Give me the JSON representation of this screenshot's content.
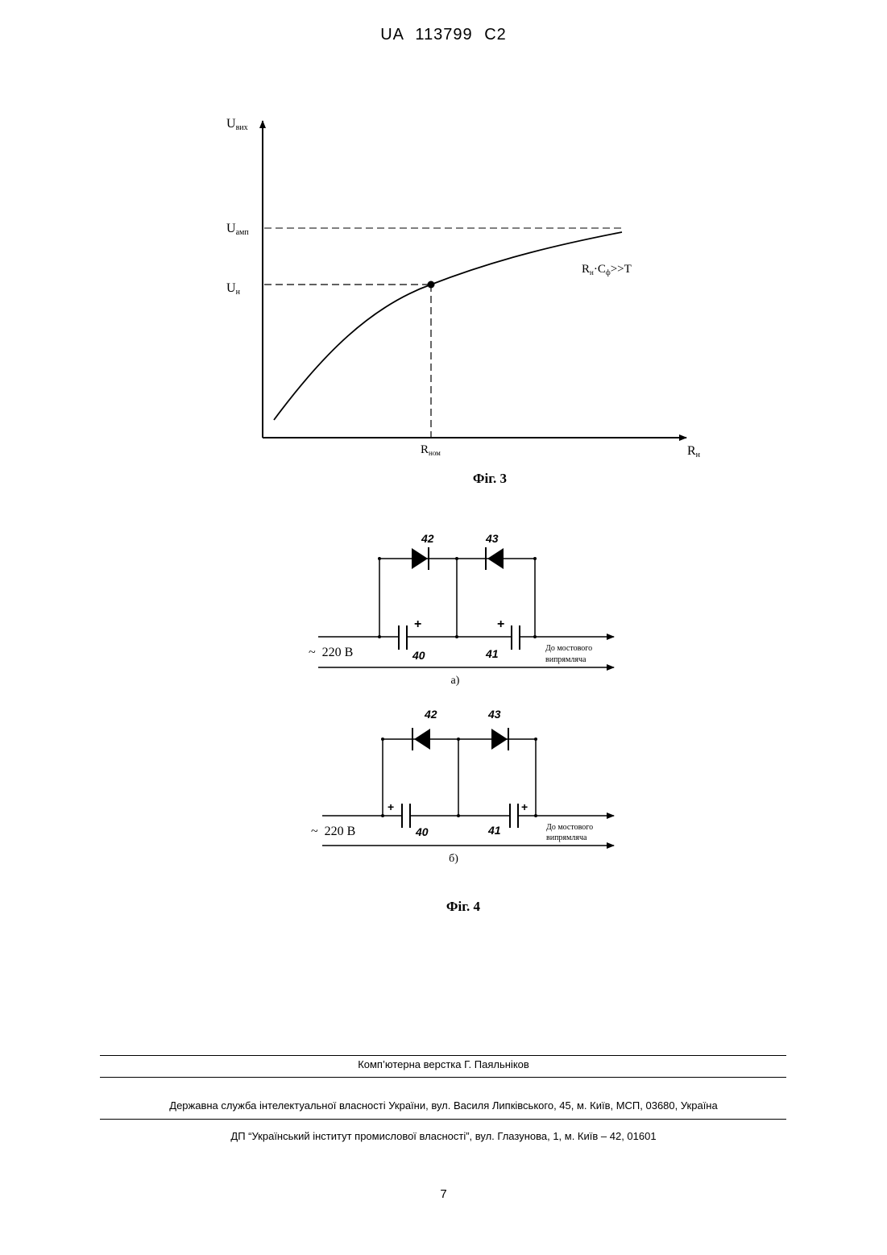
{
  "header": {
    "doc_id": "UA   113799   C2"
  },
  "fig3": {
    "y_axis_label": {
      "base": "U",
      "sub": "вих"
    },
    "x_axis_label": {
      "base": "R",
      "sub": "н"
    },
    "u_amp_label": {
      "base": "U",
      "sub": "амп"
    },
    "u_n_label": {
      "base": "U",
      "sub": "н"
    },
    "r_nom_label": {
      "base": "R",
      "sub": "ном"
    },
    "condition": {
      "r": "R",
      "r_sub": "н",
      "mid": "·C",
      "c_sub": "ф",
      "rest": ">>T"
    },
    "caption": "Фіг. 3"
  },
  "fig4": {
    "a": {
      "diode_left": "42",
      "diode_right": "43",
      "cap_left": "40",
      "cap_right": "41",
      "plus": "+",
      "source": "~  220 В",
      "dest_line1": "До мостового",
      "dest_line2": "випрямляча",
      "label": "а)"
    },
    "b": {
      "diode_left": "42",
      "diode_right": "43",
      "cap_left": "40",
      "cap_right": "41",
      "plus": "+",
      "source": "~  220 В",
      "dest_line1": "До мостового",
      "dest_line2": "випрямляча",
      "label": "б)"
    },
    "caption": "Фіг. 4"
  },
  "footer": {
    "typesetting": "Комп’ютерна верстка Г. Паяльніков",
    "agency": "Державна служба інтелектуальної власності України, вул. Василя Липківського, 45, м. Київ, МСП, 03680, Україна",
    "institute": "ДП “Український інститут промислової власності”, вул. Глазунова, 1, м. Київ – 42, 01601"
  },
  "page_number": "7"
}
